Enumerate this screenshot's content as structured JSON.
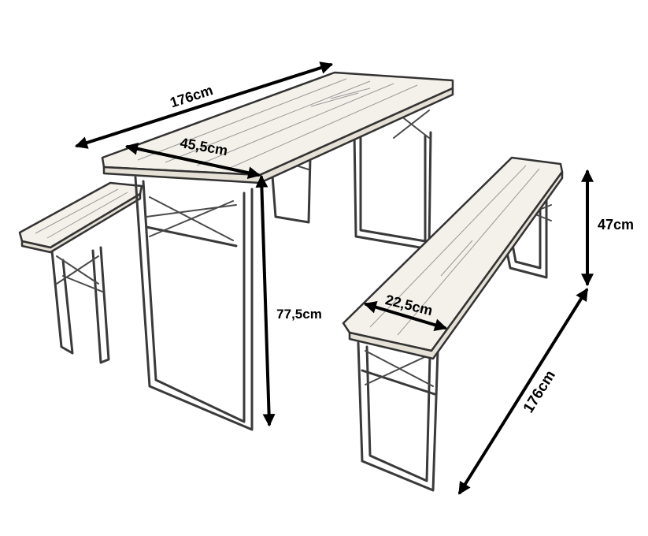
{
  "dimensions": {
    "table_length": "176cm",
    "table_width": "45,5cm",
    "table_height": "77,5cm",
    "bench_width": "22,5cm",
    "bench_height": "47cm",
    "bench_length": "176cm"
  },
  "colors": {
    "arrow": "#000000",
    "wood": "#f4f1ea",
    "frame": "#3a3a3a"
  }
}
